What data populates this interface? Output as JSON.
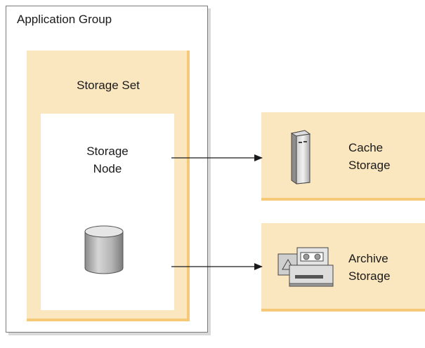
{
  "application_group": {
    "label": "Application Group"
  },
  "storage_set": {
    "label": "Storage Set"
  },
  "storage_node": {
    "label_line1": "Storage",
    "label_line2": "Node"
  },
  "cache_storage": {
    "label_line1": "Cache",
    "label_line2": "Storage"
  },
  "archive_storage": {
    "label_line1": "Archive",
    "label_line2": "Storage"
  },
  "colors": {
    "panel_fill": "#fbe7bf",
    "panel_edge": "#f6c978",
    "border_gray": "#7a7a7a",
    "line": "#1a1a1a"
  },
  "icons": [
    "database-cylinder-icon",
    "server-tower-icon",
    "tape-archive-icon"
  ]
}
